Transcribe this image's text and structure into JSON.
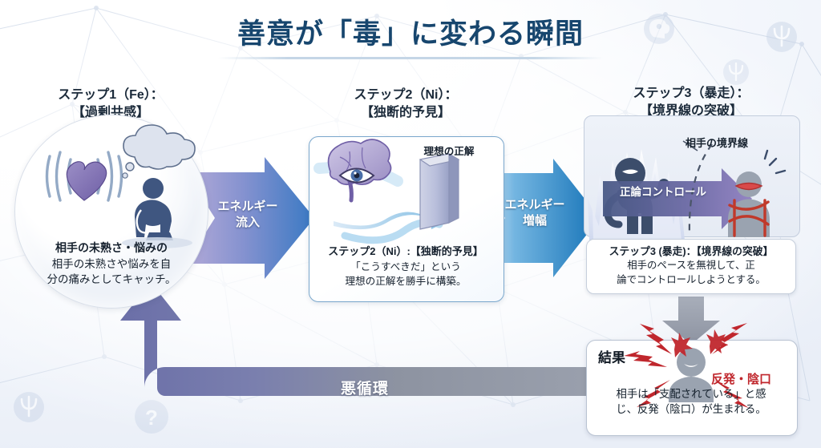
{
  "title": "善意が「毒」に変わる瞬間",
  "colors": {
    "title": "#17466e",
    "accent_purple": "#6b6fa8",
    "accent_blue": "#2b7fc4",
    "dark_figure": "#3c4d6b",
    "result_red": "#c0272d",
    "loop_gray": "#8d93a1"
  },
  "steps": [
    {
      "id": "step1",
      "header": "ステップ1（Fe）：\n【過剰共感】",
      "caption_bold": "相手の未熟さ・悩みの",
      "caption_lines": [
        "相手の未熟さや悩みを自",
        "分の痛みとしてキャッチ。"
      ],
      "icons": [
        "heart-icon",
        "thought-cloud-icon",
        "sitting-person-icon",
        "resonance-lines-icon"
      ]
    },
    {
      "id": "step2",
      "header": "ステップ2（Ni）：\n【独断的予見】",
      "caption_bold": "ステップ2（Ni）:【独断的予見】",
      "caption_lines": [
        "「こうすべきだ」という",
        "理想の正解を勝手に構築。"
      ],
      "inner_label": "理想の正解",
      "icons": [
        "brain-eye-icon",
        "monolith-icon",
        "winding-path-icon"
      ]
    },
    {
      "id": "step3",
      "header": "ステップ3（暴走）：\n【境界線の突破】",
      "caption_bold": "ステップ3 (暴走)：【境界線の突破】",
      "caption_lines": [
        "相手のペースを無視して、正",
        "論でコントロールしようとする。"
      ],
      "boundary_label": "相手の境界線",
      "icons": [
        "aggressive-figure-icon",
        "chained-figure-icon",
        "aura-icon",
        "dashed-boundary-icon"
      ]
    }
  ],
  "arrows": {
    "arrow1": "エネルギー\n流入",
    "arrow2": "エネルギー\n増幅",
    "control": "正論コントロール",
    "loop": "悪循環",
    "down": "down-arrow-icon"
  },
  "result": {
    "label": "結果",
    "tag": "反発・陰口",
    "caption_lines": [
      "相手は「支配されている」と感",
      "じ、反発（陰口）が生まれる。"
    ],
    "icons": [
      "angry-person-icon",
      "lightning-arrows-icon"
    ]
  },
  "background": {
    "nodes": [
      "brain-head-icon",
      "psi-icon",
      "psi-icon",
      "psi-icon",
      "question-mark-icon",
      "psi-icon"
    ]
  }
}
